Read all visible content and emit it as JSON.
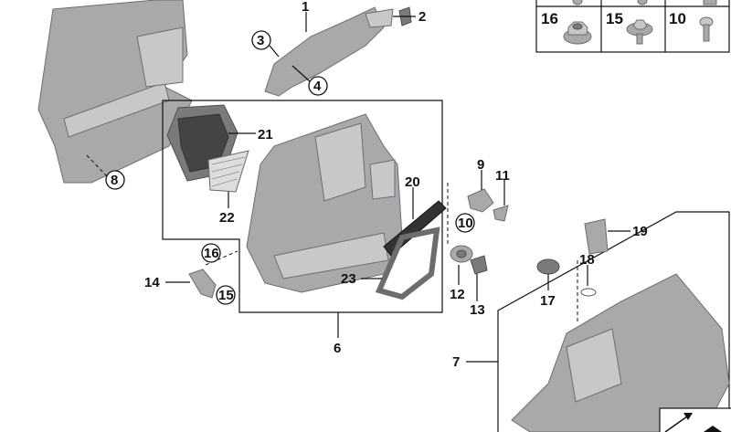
{
  "diagram": {
    "callouts": [
      {
        "id": "c1",
        "label": "1",
        "circled": false
      },
      {
        "id": "c2",
        "label": "2",
        "circled": false
      },
      {
        "id": "c3",
        "label": "3",
        "circled": true
      },
      {
        "id": "c4",
        "label": "4",
        "circled": true
      },
      {
        "id": "c8",
        "label": "8",
        "circled": true
      },
      {
        "id": "c21",
        "label": "21",
        "circled": false
      },
      {
        "id": "c22",
        "label": "22",
        "circled": false
      },
      {
        "id": "c20",
        "label": "20",
        "circled": false
      },
      {
        "id": "c9",
        "label": "9",
        "circled": false
      },
      {
        "id": "c11",
        "label": "11",
        "circled": false
      },
      {
        "id": "c10",
        "label": "10",
        "circled": true
      },
      {
        "id": "c19",
        "label": "19",
        "circled": false
      },
      {
        "id": "c18",
        "label": "18",
        "circled": false
      },
      {
        "id": "c17",
        "label": "17",
        "circled": false
      },
      {
        "id": "c16",
        "label": "16",
        "circled": true
      },
      {
        "id": "c14",
        "label": "14",
        "circled": false
      },
      {
        "id": "c15",
        "label": "15",
        "circled": true
      },
      {
        "id": "c12",
        "label": "12",
        "circled": false
      },
      {
        "id": "c13",
        "label": "13",
        "circled": false
      },
      {
        "id": "c23",
        "label": "23",
        "circled": false
      },
      {
        "id": "c6",
        "label": "6",
        "circled": false
      },
      {
        "id": "c7",
        "label": "7",
        "circled": false
      }
    ],
    "fastener_table": [
      {
        "label": "16",
        "part": "flange-nut"
      },
      {
        "label": "15",
        "part": "collar-bolt"
      },
      {
        "label": "10",
        "part": "torx-screw"
      }
    ],
    "colors": {
      "part": "#a9a9ab",
      "line": "#111111"
    }
  }
}
